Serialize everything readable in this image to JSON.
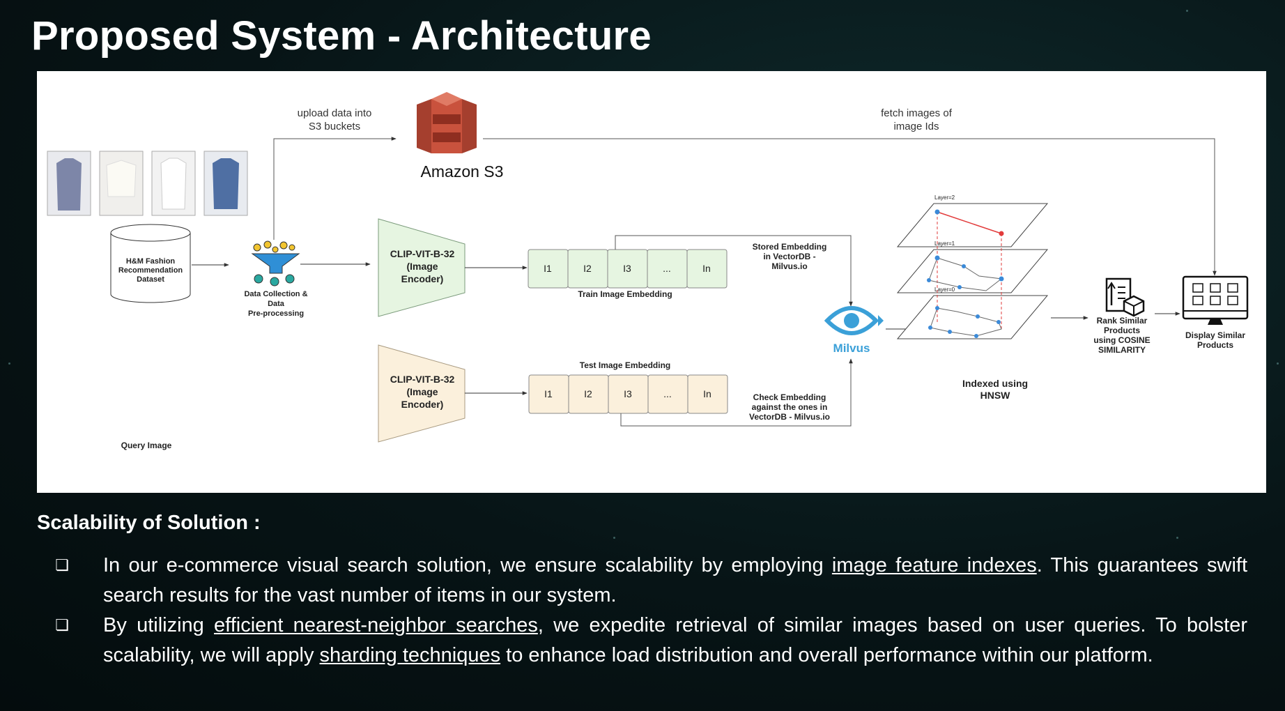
{
  "title": "Proposed System - Architecture",
  "diagram": {
    "dataset_label": [
      "H&M Fashion",
      "Recommendation",
      "Dataset"
    ],
    "upload_label": [
      "upload data into",
      "S3 buckets"
    ],
    "s3_label": "Amazon S3",
    "fetch_label": [
      "fetch images of",
      "image Ids"
    ],
    "collection_label": [
      "Data Collection &",
      "Data",
      "Pre-processing"
    ],
    "encoder_label": [
      "CLIP-VIT-B-32",
      "(Image",
      "Encoder)"
    ],
    "embedding_cells": [
      "I1",
      "I2",
      "I3",
      "...",
      "In"
    ],
    "train_label": "Train Image Embedding",
    "test_label": "Test Image Embedding",
    "stored_label": [
      "Stored Embedding",
      "in VectorDB -",
      "Milvus.io"
    ],
    "check_label": [
      "Check Embedding",
      "against the ones in",
      "VectorDB - Milvus.io"
    ],
    "milvus_label": "Milvus",
    "layer_labels": [
      "Layer=2",
      "Layer=1",
      "Layer=0"
    ],
    "hnsw_label": [
      "Indexed using",
      "HNSW"
    ],
    "rank_label": [
      "Rank Similar",
      "Products",
      "using  COSINE",
      "SIMILARITY"
    ],
    "display_label": [
      "Display Similar",
      "Products"
    ],
    "query_label": "Query Image",
    "colors": {
      "train": "#e6f5e1",
      "test": "#fbf0dc",
      "s3": "#c9523d",
      "milvus": "#3ba0d8"
    }
  },
  "scalability": {
    "heading": "Scalability of Solution :",
    "bullet_icon": "❏",
    "b1_a": "In our e-commerce visual search solution, we ensure scalability by employing ",
    "b1_link": "image feature indexes",
    "b1_b": ". This guarantees swift search results for the vast number of items in our system.",
    "b2_a": "By utilizing ",
    "b2_link1": "efficient nearest-neighbor searches",
    "b2_b": ", we expedite retrieval of similar images based on user queries. To bolster scalability, we will apply ",
    "b2_link2": "sharding techniques",
    "b2_c": " to enhance load distribution and overall performance within our platform."
  }
}
